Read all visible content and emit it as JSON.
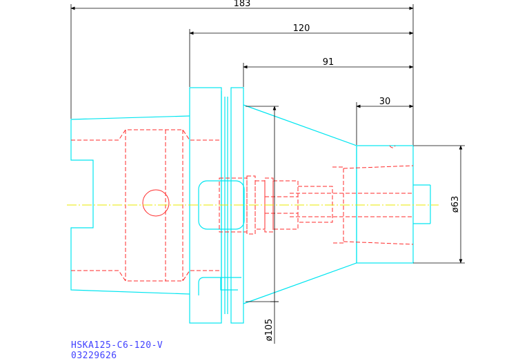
{
  "colors": {
    "outline": "#00e5f0",
    "hidden": "#ff2a2a",
    "centerline": "#e8e800",
    "dimension": "#000000",
    "title": "#4040ff"
  },
  "dimensions": {
    "overall_length": "183",
    "flange_to_tip": "120",
    "body_length": "91",
    "nose_length": "30",
    "nose_diameter": "ø63",
    "body_diameter": "ø105"
  },
  "title_block": {
    "model": "HSKA125-C6-120-V",
    "part_number": "03229626"
  }
}
